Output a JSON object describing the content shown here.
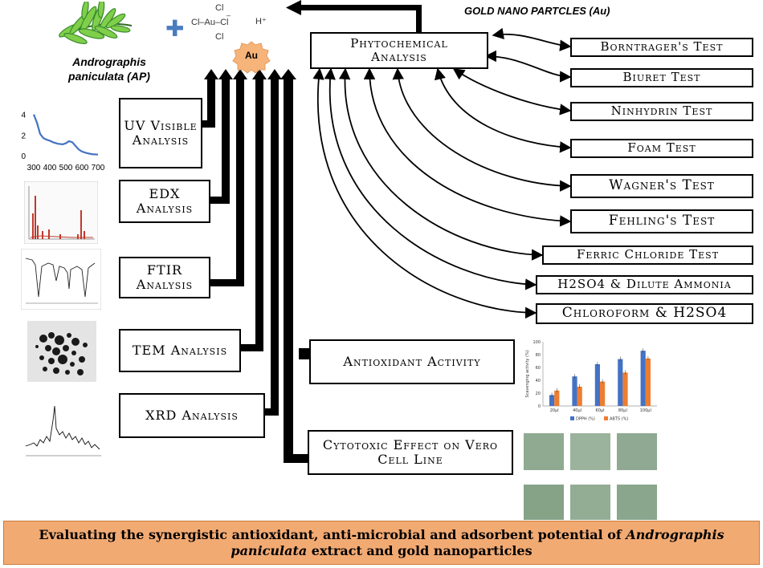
{
  "plant": {
    "name_line1": "Andrographis",
    "name_line2": "paniculata (AP)"
  },
  "formula": {
    "plus": "✚",
    "cl_top": "Cl",
    "main": "Cl–Au–Cl",
    "charge": "–",
    "cl_bottom": "Cl",
    "hplus": "H⁺"
  },
  "gold_badge": "Au",
  "gold_title": "GOLD NANO PARTCLES (Au)",
  "phytochemical": "Phytochemical Analysis",
  "tests": [
    "Borntrager's Test",
    "Biuret Test",
    "Ninhydrin Test",
    "Foam Test",
    "Wagner's Test",
    "Fehling's Test",
    "Ferric Chloride Test",
    "H2SO4 & Dilute Ammonia",
    "Chloroform & H2SO4"
  ],
  "analyses": [
    "UV Visible Analysis",
    "EDX Analysis",
    "FTIR Analysis",
    "TEM Analysis",
    "XRD Analysis"
  ],
  "activities": [
    "Antioxidant Activity",
    "Cytotoxic Effect on Vero Cell Line"
  ],
  "uv_chart": {
    "chart_data": {
      "type": "line",
      "x": [
        300,
        320,
        340,
        360,
        380,
        400,
        420,
        450,
        480,
        500,
        520,
        540,
        560,
        580,
        600,
        630,
        660,
        700
      ],
      "values": [
        4.0,
        3.2,
        2.1,
        1.7,
        1.55,
        1.45,
        1.3,
        1.15,
        1.1,
        1.2,
        1.4,
        1.3,
        0.95,
        0.6,
        0.4,
        0.25,
        0.15,
        0.1
      ],
      "yticks": [
        "0",
        "2",
        "4"
      ],
      "xticks": [
        "300",
        "400",
        "500",
        "600",
        "700"
      ],
      "ylim": [
        0,
        4.2
      ],
      "xlim": [
        290,
        710
      ],
      "color": "#4472c4"
    }
  },
  "bar_chart": {
    "chart_data": {
      "type": "bar",
      "categories": [
        "20µl",
        "40µl",
        "60µl",
        "80µl",
        "100µl"
      ],
      "series": [
        {
          "name": "DPPH (%)",
          "values": [
            17,
            46,
            65,
            73,
            86
          ],
          "color": "#4472c4"
        },
        {
          "name": "ABTS (%)",
          "values": [
            24,
            30,
            38,
            52,
            74
          ],
          "color": "#ed7d31"
        }
      ],
      "ylabel": "Scavenging activity (%)",
      "ylim": [
        0,
        100
      ],
      "yticks": [
        "0",
        "20",
        "40",
        "60",
        "80",
        "100"
      ]
    }
  },
  "footer": {
    "line1a": "Evaluating the synergistic antioxidant, anti-microbial and adsorbent potential of ",
    "line1b": "Andrographis",
    "line2a": "paniculata",
    "line2b": " extract and gold nanoparticles"
  },
  "colors": {
    "footer_bg": "#f2aa73",
    "badge": "#f6b47a",
    "plus": "#4a7cc0",
    "micro_green": "#8faa90"
  }
}
